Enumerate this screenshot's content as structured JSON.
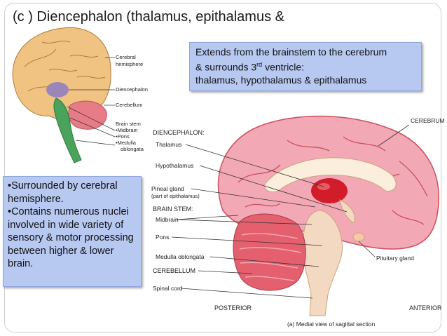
{
  "slide": {
    "title": "(c ) Diencephalon (thalamus, epithalamus &",
    "callout_top": {
      "line1": "Extends from  the brainstem to the cerebrum",
      "line2_pre": "& surrounds 3",
      "line2_sup": "rd",
      "line2_post": " ventricle:",
      "line3": "thalamus, hypothalamus & epithalamus"
    },
    "callout_left": {
      "bullets": [
        "•Surrounded by cerebral hemisphere.",
        "•Contains numerous nuclei involved in wide variety of sensory & motor processing between higher & lower brain."
      ]
    }
  },
  "small_figure": {
    "labels": {
      "cerebral": "Cerebral",
      "hemisphere": "hemisphere",
      "diencephalon": "Diencephalon",
      "cerebellum": "Cerebellum",
      "brain_stem": "Brain stem",
      "midbrain": "•Midbrain",
      "pons": "•Pons",
      "medulla": "•Medulla",
      "oblongata": "oblongata"
    }
  },
  "large_figure": {
    "labels": {
      "cerebrum": "CEREBRUM",
      "diencephalon": "DIENCEPHALON:",
      "thalamus": "Thalamus",
      "hypothalamus": "Hypothalamus",
      "pineal": "Pineal gland",
      "pineal_sub": "(part of epithalamus)",
      "brain_stem": "BRAIN STEM:",
      "midbrain": "Midbrain",
      "pons": "Pons",
      "medulla": "Medulla oblongata",
      "cerebellum": "CEREBELLUM",
      "spinal": "Spinal cord",
      "pituitary": "Pituitary gland",
      "posterior": "POSTERIOR",
      "anterior": "ANTERIOR",
      "caption": "(a) Medial view of sagittal section"
    }
  },
  "colors": {
    "callout_fill": "#b7c8f1",
    "brain_pink": "#f2a3b0",
    "brain_outline": "#c9505f",
    "thalamus_red": "#d21c2a",
    "stem_tan": "#f4d9c2"
  }
}
